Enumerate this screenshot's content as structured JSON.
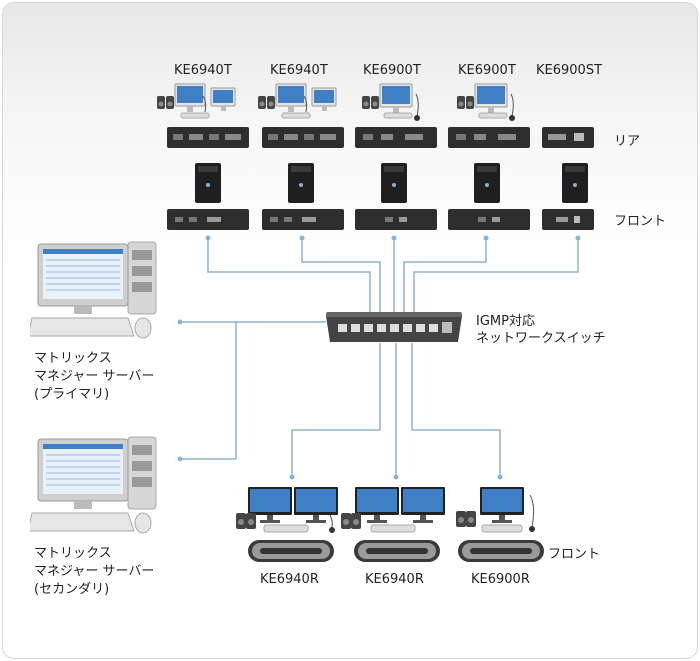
{
  "transmitters": [
    {
      "model": "KE6940T"
    },
    {
      "model": "KE6940T"
    },
    {
      "model": "KE6900T"
    },
    {
      "model": "KE6900T"
    },
    {
      "model": "KE6900ST"
    }
  ],
  "tx_labels": {
    "rear": "リア",
    "front": "フロント"
  },
  "switch": {
    "line1": "IGMP対応",
    "line2": "ネットワークスイッチ"
  },
  "managers": [
    {
      "line1": "マトリックス",
      "line2": "マネジャー サーバー",
      "line3": "(プライマリ)"
    },
    {
      "line1": "マトリックス",
      "line2": "マネジャー サーバー",
      "line3": "(セカンダリ)"
    }
  ],
  "receivers": [
    {
      "model": "KE6940R"
    },
    {
      "model": "KE6940R"
    },
    {
      "model": "KE6900R"
    }
  ],
  "rx_labels": {
    "front": "フロント"
  },
  "colors": {
    "wire": "#8fb3cc",
    "device_dark": "#2b2b2b",
    "panel_bg": "#f4f4f4"
  }
}
